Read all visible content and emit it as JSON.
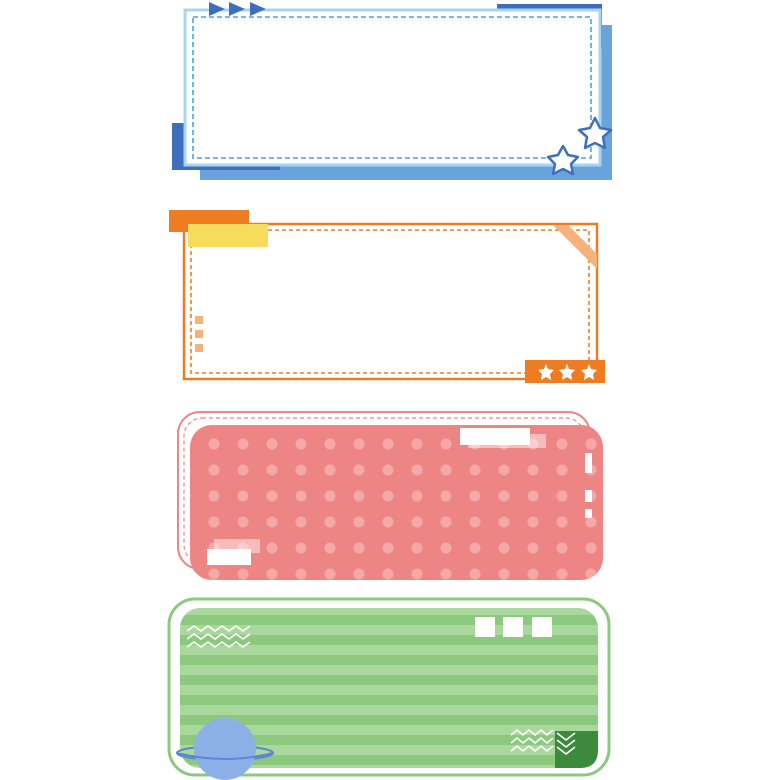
{
  "frames": [
    {
      "name": "blue-dashed-frame",
      "theme": "blue",
      "colors": {
        "light": "#a8d4f2",
        "mid": "#6aa3dc",
        "dark": "#3e6fbf",
        "dash": "#4aa3df"
      },
      "decorations": [
        "triangle-arrows-icon",
        "star-outline-icon",
        "star-outline-icon"
      ]
    },
    {
      "name": "orange-dashed-frame",
      "theme": "orange",
      "colors": {
        "main": "#ee7d22",
        "tab": "#f6dc5a",
        "tape": "#f5b27a",
        "squares": "#f5b27a"
      },
      "decorations": [
        "sticky-tab",
        "corner-tape",
        "side-squares",
        "three-stars-badge"
      ],
      "badge_stars": 3
    },
    {
      "name": "pink-polka-dot-frame",
      "theme": "pink",
      "colors": {
        "fill": "#ee8585",
        "outline": "#ee8585",
        "dots": "#f5a8a8",
        "accent": "#ffffff"
      },
      "decorations": [
        "white-label-bar",
        "white-label-bar",
        "side-marks"
      ]
    },
    {
      "name": "green-striped-frame",
      "theme": "green",
      "colors": {
        "fill": "#8cc97f",
        "stripe": "#a8d89c",
        "outline": "#8cc97f",
        "dark": "#3c8a3c",
        "planet": "#8cb0e6",
        "ring": "#5a86d6"
      },
      "decorations": [
        "zigzag-lines-icon",
        "white-squares",
        "planet-icon",
        "chevrons-icon",
        "folded-corner"
      ]
    }
  ]
}
